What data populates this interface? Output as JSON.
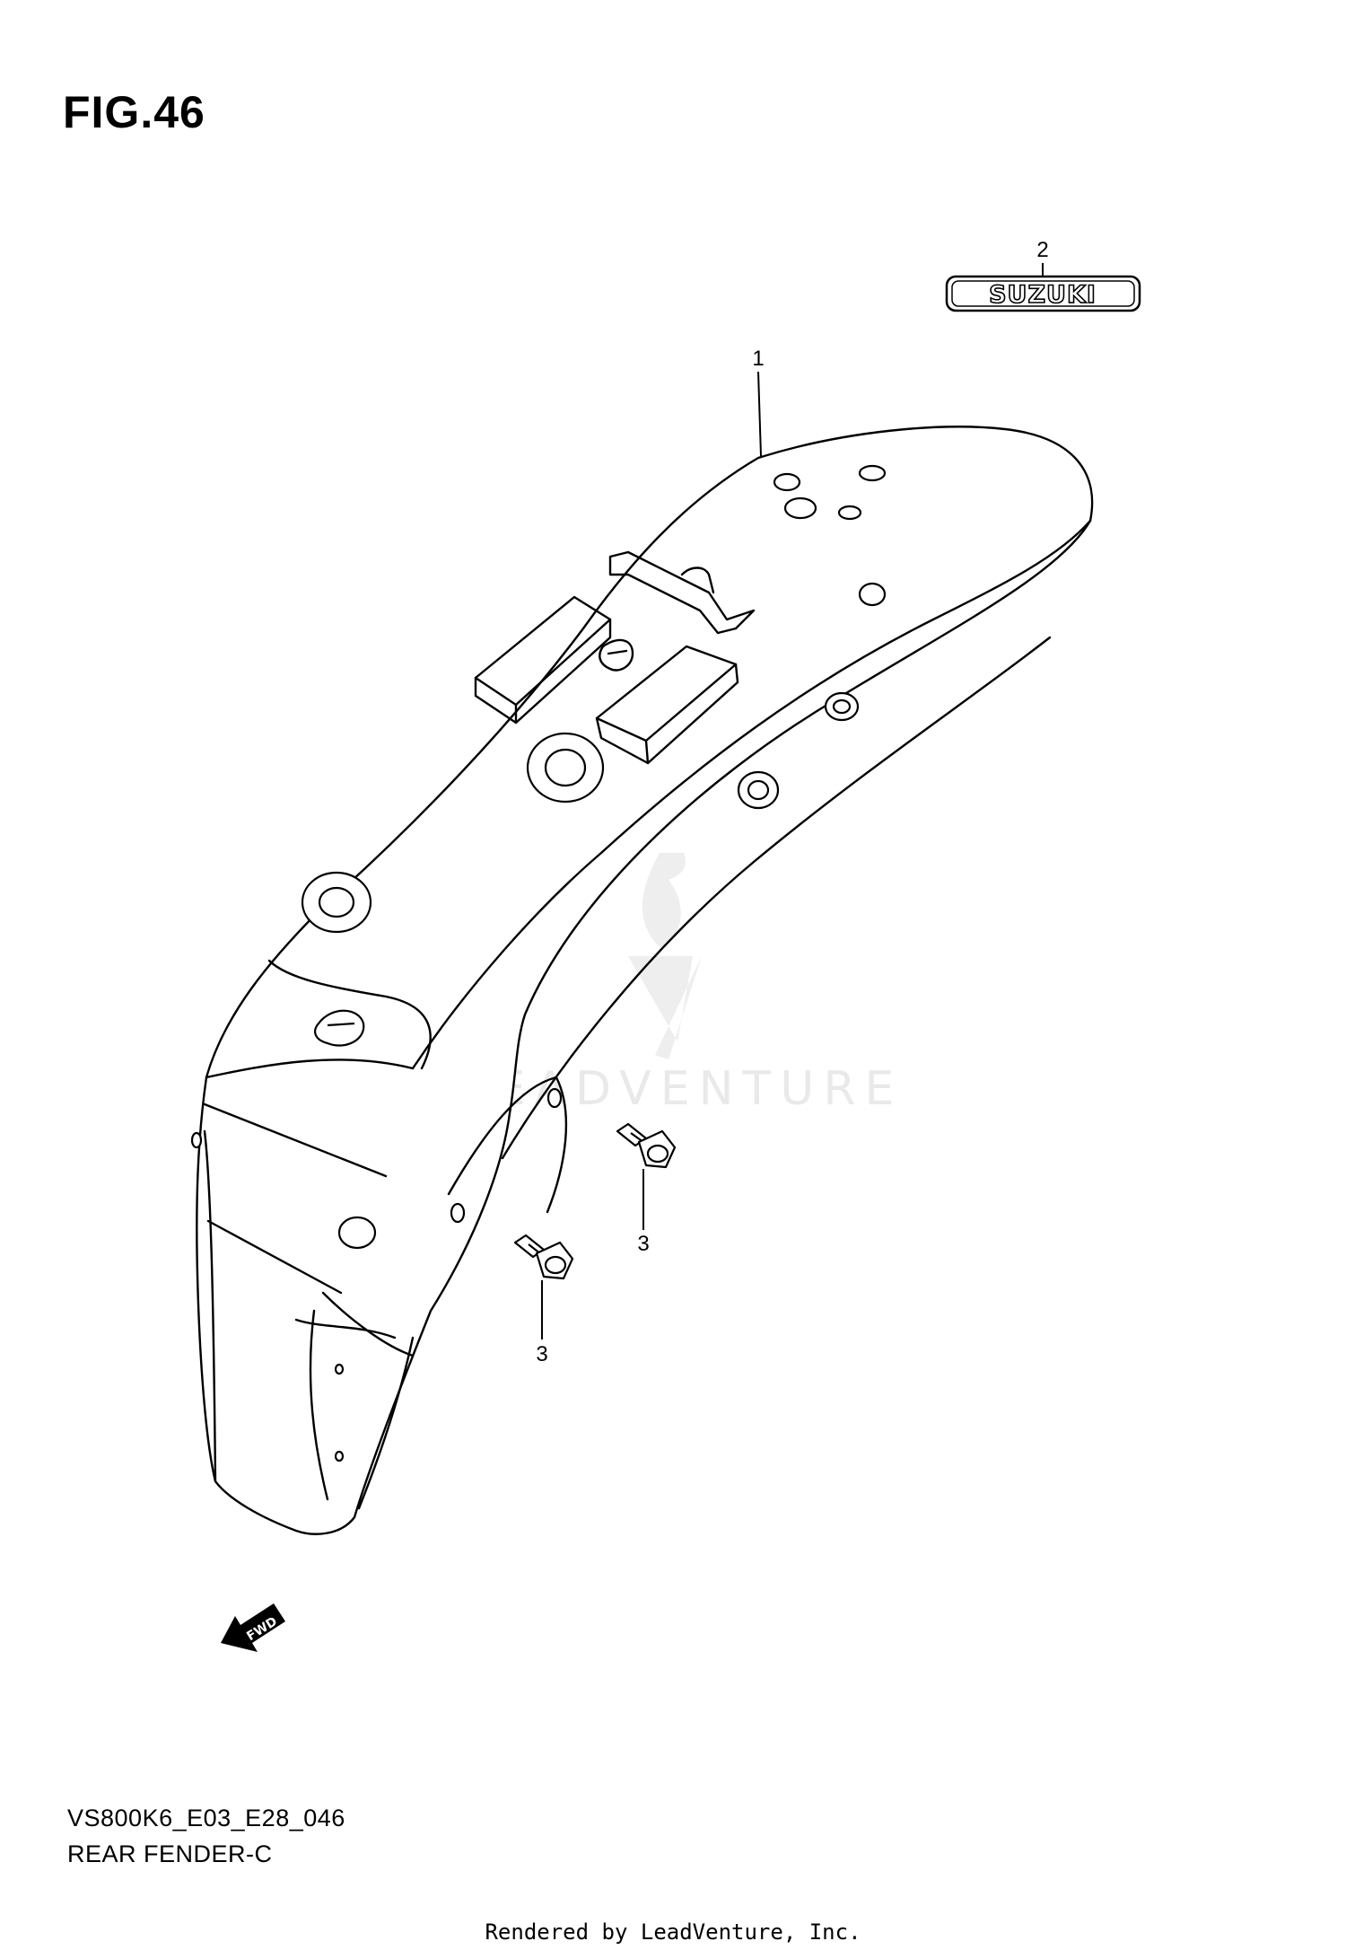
{
  "figure": {
    "title": "FIG.46"
  },
  "callouts": {
    "fender": "1",
    "emblem": "2",
    "bolt_upper": "3",
    "bolt_lower": "3"
  },
  "emblem": {
    "text": "SUZUKI"
  },
  "direction_arrow": {
    "label": "FWD"
  },
  "watermark": {
    "text": "LEADVENTURE"
  },
  "footer": {
    "code": "VS800K6_E03_E28_046",
    "name": "REAR FENDER-C",
    "rendered_by": "Rendered by LeadVenture, Inc."
  }
}
